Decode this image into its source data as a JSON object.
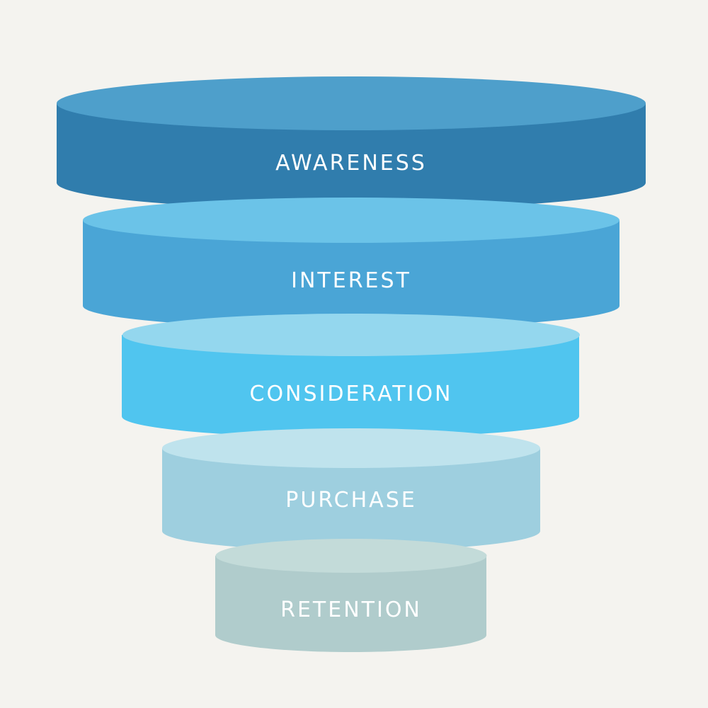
{
  "background_color": "#f4f3ef",
  "stages": [
    {
      "label": "AWARENESS",
      "side_color": "#307dad",
      "top_color": "#4e9fcb"
    },
    {
      "label": "INTEREST",
      "side_color": "#4aa5d6",
      "top_color": "#6bc3e8"
    },
    {
      "label": "CONSIDERATION",
      "side_color": "#50c5ef",
      "top_color": "#94d7ee"
    },
    {
      "label": "PURCHASE",
      "side_color": "#9ecfdf",
      "top_color": "#bfe3ed"
    },
    {
      "label": "RETENTION",
      "side_color": "#b0cccc",
      "top_color": "#c3dbd9"
    }
  ]
}
